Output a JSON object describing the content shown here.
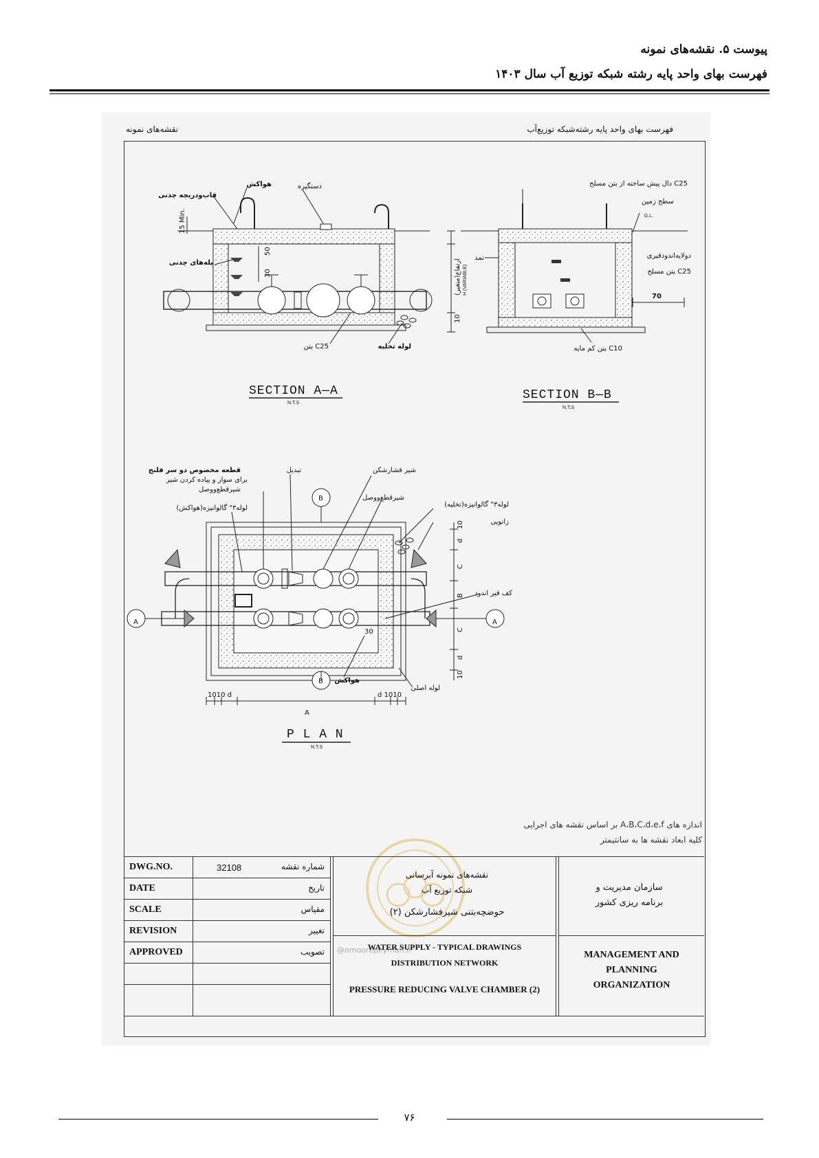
{
  "header": {
    "line1": "پیوست ۵. نقشه‌های نمونه",
    "line2": "فهرست بهای واحد پایه رشته شبکه توزیع آب سال ۱۴۰۳"
  },
  "sheet": {
    "corner_left": "نقشه‌های نمونه",
    "corner_right": "فهرست بهای واحد پایه رشته‌شبکه توزیع‌آب"
  },
  "section_a": {
    "title": "SECTION A—A",
    "scale": "N.T.S",
    "labels": {
      "air_valve": "هواکش",
      "handle": "دستگیره",
      "frame_cover": "قاب‌ودریچه چدنی",
      "cast_steps": "پله‌های چدنی",
      "dim_15min": "15 Min.",
      "dim_50": "50",
      "dim_30": "30",
      "dim_10": "10",
      "height": "H (VARIABLE)",
      "height_fa": "ارتفاع(متغیر)",
      "concrete": "بتن C25",
      "drain_pipe": "لوله تخلیه"
    }
  },
  "section_b": {
    "title": "SECTION B—B",
    "scale": "N.T.S",
    "labels": {
      "precast_slab": "دال پیش ساخته از بتن مسلح C25",
      "ground": "سطح زمین",
      "gl": "G.L.",
      "seal": "نمد",
      "bitumen": "دولایه‌اندودقیری",
      "rc_concrete": "بتن مسلح C25",
      "dim_70": "70",
      "lean_concrete": "بتن کم مایه C10"
    }
  },
  "plan": {
    "title": "P L A N",
    "scale": "N.T.S",
    "labels": {
      "special_piece": "قطعه مخصوص دو سر فلنج",
      "special_piece2": "برای سوار و پیاده کردن شیر",
      "gate_valve": "شیرقطع‌ووصل",
      "air_pipe": "لوله٣\" گالوانیزه(هواکش)",
      "reducer": "تبدیل",
      "prv": "شیر فشارشکن",
      "gate_valve2": "شیرقطع‌ووصل",
      "drain_pipe": "لوله٣\" گالوانیزه(تخلیه)",
      "elbow": "زانویی",
      "floor": "کف قیر اندود",
      "air_valve": "هواکش",
      "main_pipe": "لوله اصلی",
      "dim_a": "A",
      "dim_b": "B",
      "dim_c": "C",
      "dim_d": "d",
      "dim_10": "10",
      "dim_30": "30",
      "dims_bottom_left": "1010 d",
      "dims_bottom_right": "d 1010",
      "cut_a": "A",
      "cut_b": "B"
    }
  },
  "notes": {
    "line1": "اندازه های A،B،C،d،e،f بر اساس نقشه های اجرایی",
    "line2": "کلیه ابعاد نقشه ها به سانتیمتر"
  },
  "title_block": {
    "rows": [
      {
        "en": "DWG.NO.",
        "value": "32108",
        "fa": "شماره نقشه"
      },
      {
        "en": "DATE",
        "value": "",
        "fa": "تاریخ"
      },
      {
        "en": "SCALE",
        "value": "",
        "fa": "مقیاس"
      },
      {
        "en": "REVISION",
        "value": "",
        "fa": "تغییر"
      },
      {
        "en": "APPROVED",
        "value": "",
        "fa": "تصویب"
      }
    ],
    "center_fa1": "نقشه‌های نمونه آبرسانی",
    "center_fa2": "شبکه توزیع آب",
    "center_fa3": "حوضچه‌بتنی شیرفشارشکن (٢)",
    "center_en1": "WATER SUPPLY - TYPICAL DRAWINGS",
    "center_en2": "DISTRIBUTION NETWORK",
    "center_en3": "PRESSURE REDUCING VALVE CHAMBER (2)",
    "watermark_text": "@omoorepeyman.ir",
    "org_fa1": "سازمان مدیریت و",
    "org_fa2": "برنامه ریزی کشور",
    "org_en1": "MANAGEMENT AND",
    "org_en2": "PLANNING",
    "org_en3": "ORGANIZATION"
  },
  "footer": {
    "page_number": "۷۶"
  }
}
